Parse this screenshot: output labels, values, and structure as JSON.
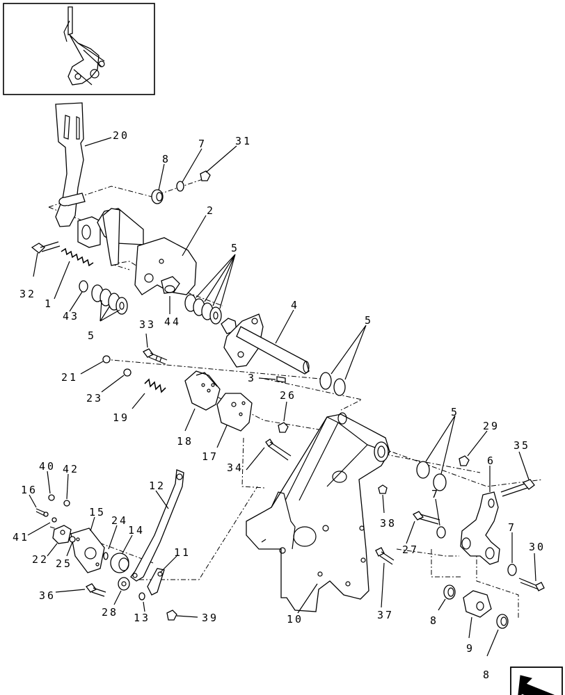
{
  "callouts": {
    "c20": "20",
    "c2": "2",
    "c8a": "8",
    "c7a": "7",
    "c31": "31",
    "c32": "32",
    "c1": "1",
    "c43": "43",
    "c5a": "5",
    "c5b": "5",
    "c44": "44",
    "c4": "4",
    "c5c": "5",
    "c33": "33",
    "c21": "21",
    "c23": "23",
    "c3": "3",
    "c19": "19",
    "c18": "18",
    "c17": "17",
    "c26": "26",
    "c34": "34",
    "c5d": "5",
    "c29": "29",
    "c35": "35",
    "c6": "6",
    "c40": "40",
    "c42": "42",
    "c16": "16",
    "c12": "12",
    "c15": "15",
    "c24": "24",
    "c14": "14",
    "c41": "41",
    "c22": "22",
    "c25": "25",
    "c11": "11",
    "c38": "38",
    "c7b": "7",
    "c7c": "7",
    "c27": "27",
    "c30": "30",
    "c36": "36",
    "c28": "28",
    "c13": "13",
    "c39": "39",
    "c37": "37",
    "c10": "10",
    "c8b": "8",
    "c9": "9",
    "c8c": "8"
  }
}
